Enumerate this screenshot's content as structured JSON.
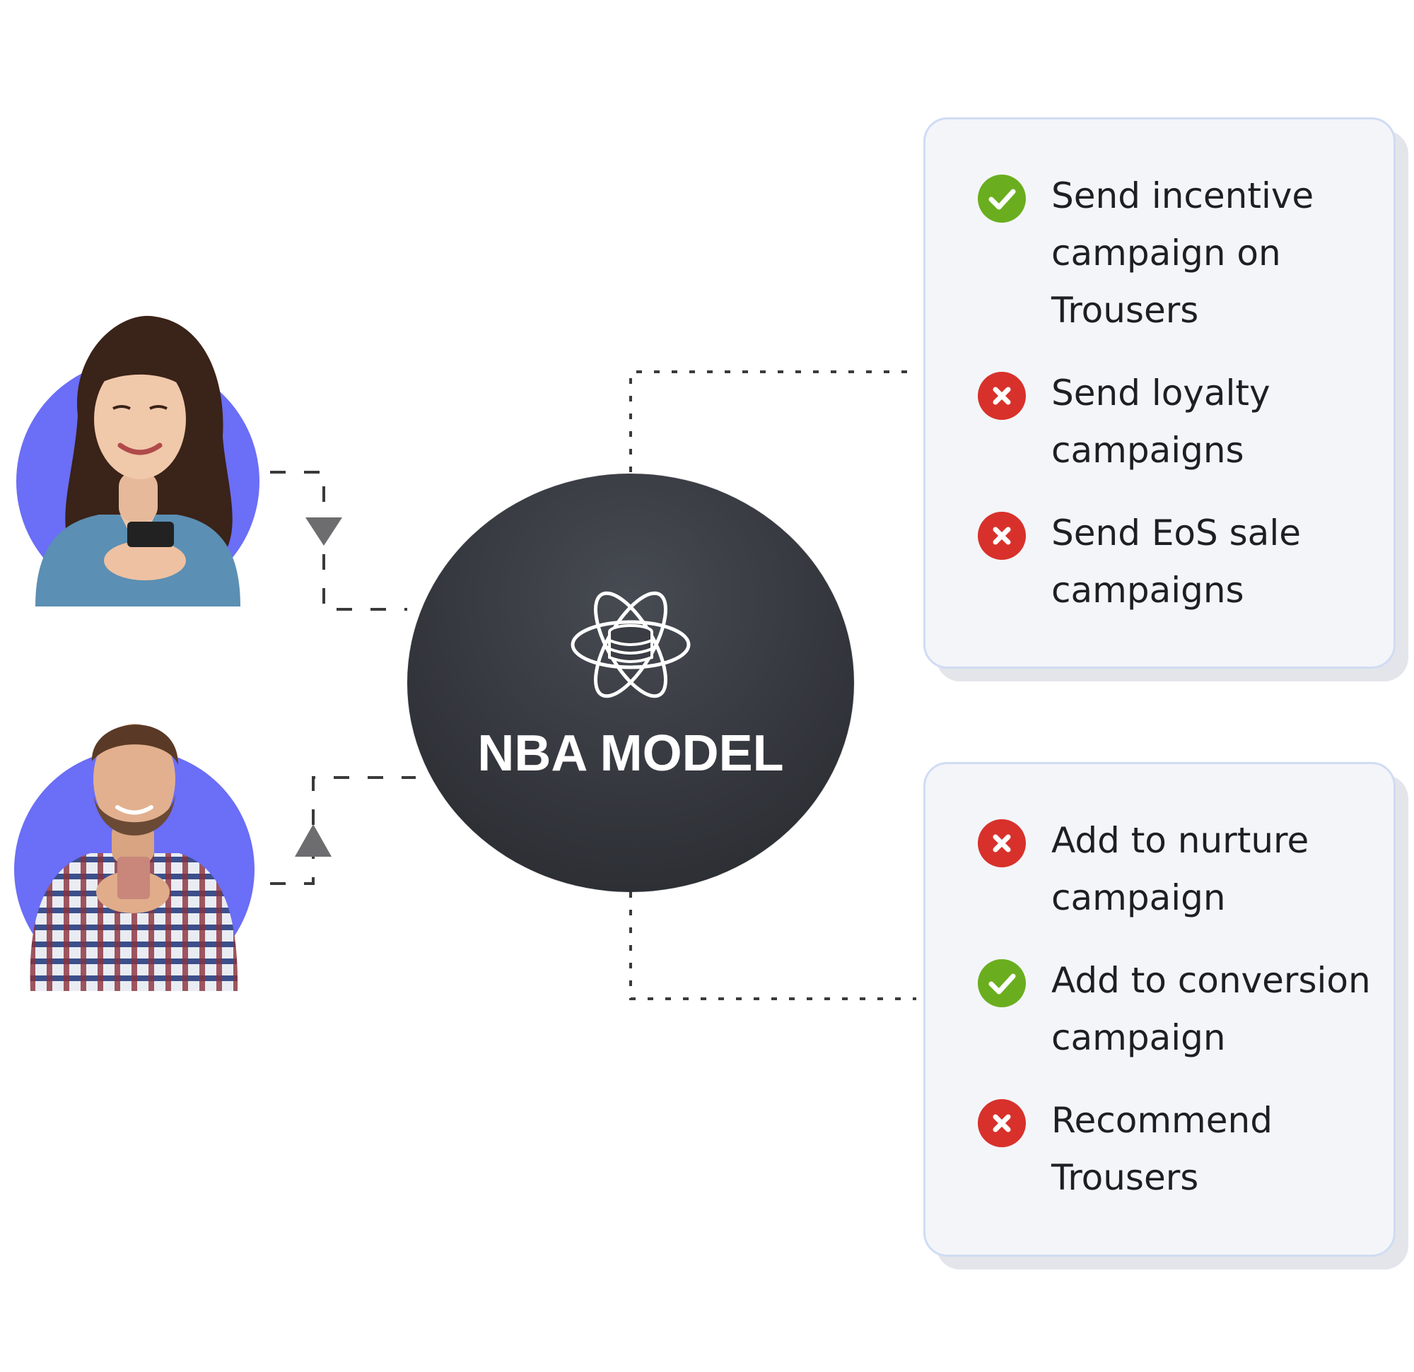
{
  "model": {
    "title": "NBA MODEL",
    "icon": "atom-database-icon"
  },
  "colors": {
    "accent_purple": "#6b6ef6",
    "check_green": "#6aae1f",
    "cross_red": "#d8312b",
    "card_bg": "#f4f5f9",
    "card_border": "#cfdcf3",
    "model_bg": "#3a3d43"
  },
  "avatars": [
    {
      "name": "woman-with-phone",
      "icon": "person-avatar"
    },
    {
      "name": "man-with-phone",
      "icon": "person-avatar"
    }
  ],
  "cards": {
    "top": {
      "items": [
        {
          "status": "check",
          "label": "Send incentive\ncampaign on\nTrousers"
        },
        {
          "status": "cross",
          "label": "Send loyalty\ncampaigns"
        },
        {
          "status": "cross",
          "label": "Send EoS sale\ncampaigns"
        }
      ]
    },
    "bottom": {
      "items": [
        {
          "status": "cross",
          "label": "Add to nurture\ncampaign"
        },
        {
          "status": "check",
          "label": "Add to conversion\ncampaign"
        },
        {
          "status": "cross",
          "label": "Recommend\nTrousers"
        }
      ]
    }
  }
}
